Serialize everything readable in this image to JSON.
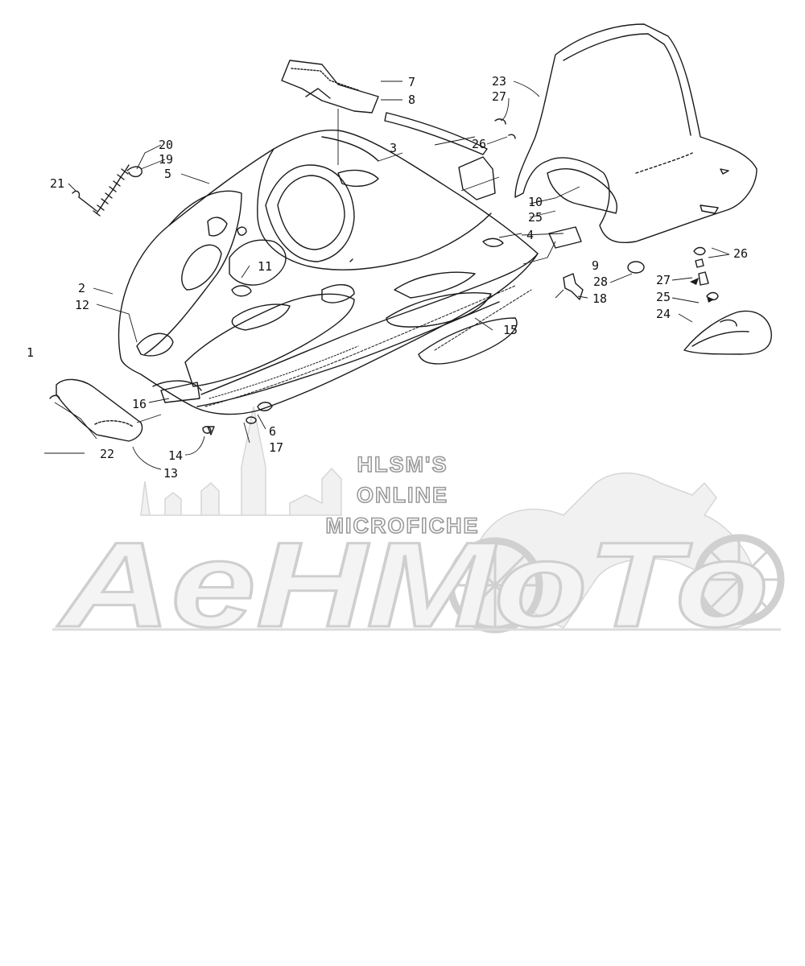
{
  "callouts": {
    "c1": "1",
    "c2": "2",
    "c3": "3",
    "c4": "4",
    "c5": "5",
    "c6": "6",
    "c7": "7",
    "c8": "8",
    "c9": "9",
    "c10": "10",
    "c11": "11",
    "c12": "12",
    "c13": "13",
    "c14": "14",
    "c15": "15",
    "c16": "16",
    "c17": "17",
    "c18": "18",
    "c19": "19",
    "c20": "20",
    "c21": "21",
    "c22": "22",
    "c23": "23",
    "c24": "24",
    "c25a": "25",
    "c25b": "25",
    "c26a": "26",
    "c26b": "26",
    "c27a": "27",
    "c27b": "27",
    "c28": "28"
  },
  "watermark": {
    "line1": "HLSM'S",
    "line2": "ONLINE",
    "line3": "MICROFICHE",
    "brand": "AeHMoTo"
  }
}
